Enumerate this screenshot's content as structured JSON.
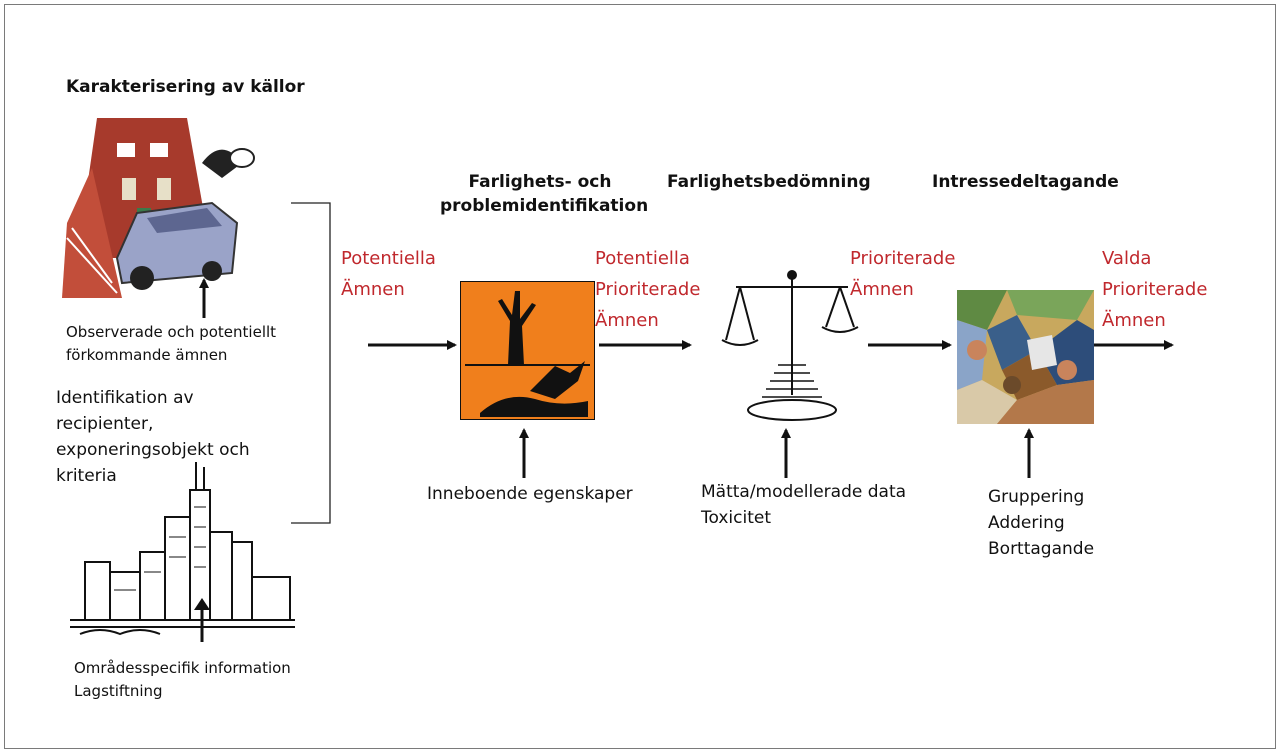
{
  "headings": {
    "sources": "Karakterisering av källor",
    "hazard_ident": "Farlighets- och\nproblemidentifikation",
    "hazard_assessment": "Farlighetsbedömning",
    "stakeholder": "Intressedeltagande"
  },
  "left": {
    "sources_note": "Observerade och potentiellt\nförkommande ämnen",
    "recipients_heading": "Identifikation av\nrecipienter,\nexponeringsobjekt och\nkriteria",
    "site_note": "Områdesspecifik information\nLagstiftning"
  },
  "stage_labels": {
    "potential": "Potentiella\nÄmnen",
    "potential_prioritized": "Potentiella\nPrioriterade\nÄmnen",
    "prioritized": "Prioriterade\nÄmnen",
    "selected_prioritized": "Valda\nPrioriterade\nÄmnen"
  },
  "inputs": {
    "intrinsic": "Inneboende egenskaper",
    "data": "Mätta/modellerade data\nToxicitet",
    "grouping": "Gruppering\nAddering\nBorttagande"
  },
  "colors": {
    "label_red": "#c0282d",
    "hazard_orange": "#f07f1c",
    "house_red": "#a73a2c",
    "car": "#9aa3c8"
  },
  "icons": {
    "sources": "house-and-car-icon",
    "city": "city-skyline-icon",
    "hazard": "environmental-hazard-icon",
    "scale": "balance-scale-icon",
    "meeting": "meeting-people-icon"
  }
}
